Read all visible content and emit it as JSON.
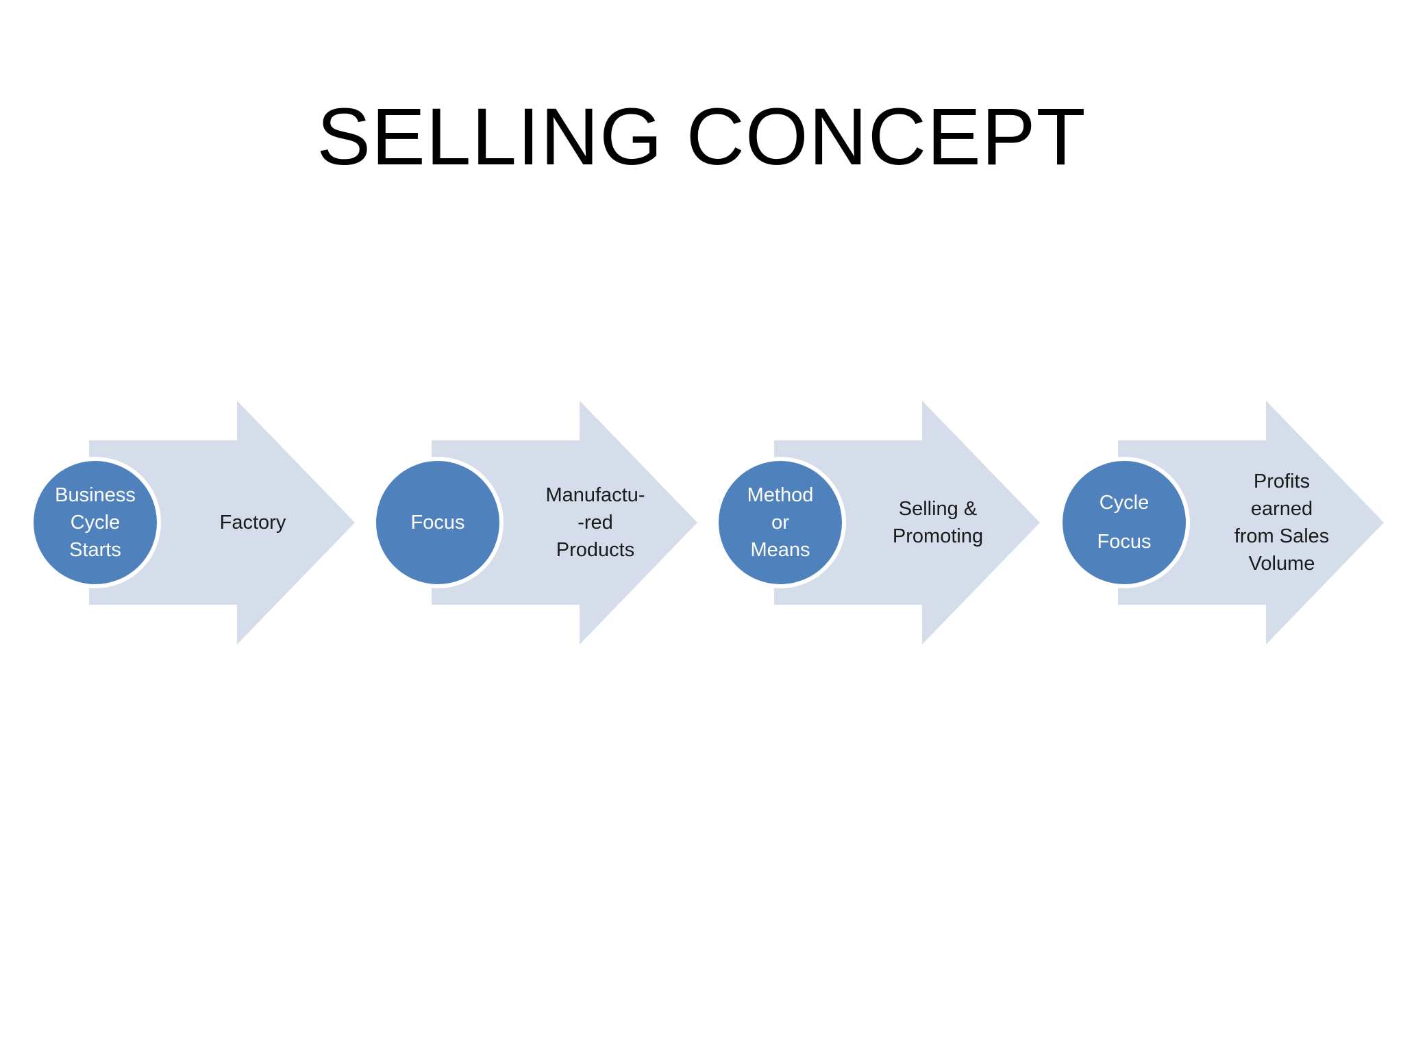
{
  "title": "SELLING CONCEPT",
  "colors": {
    "circle_fill": "#4f81bd",
    "arrow_fill": "#d5dcea",
    "circle_text": "#ffffff",
    "arrow_text": "#1a1a1a"
  },
  "steps": [
    {
      "circle": "Business\nCycle\nStarts",
      "label": "Factory"
    },
    {
      "circle": "Focus",
      "label": "Manufactu-\n-red\nProducts"
    },
    {
      "circle": "Method\nor\nMeans",
      "label": "Selling &\nPromoting"
    },
    {
      "circle": "Cycle\nFocus",
      "label": "Profits\nearned\nfrom Sales\nVolume"
    }
  ]
}
